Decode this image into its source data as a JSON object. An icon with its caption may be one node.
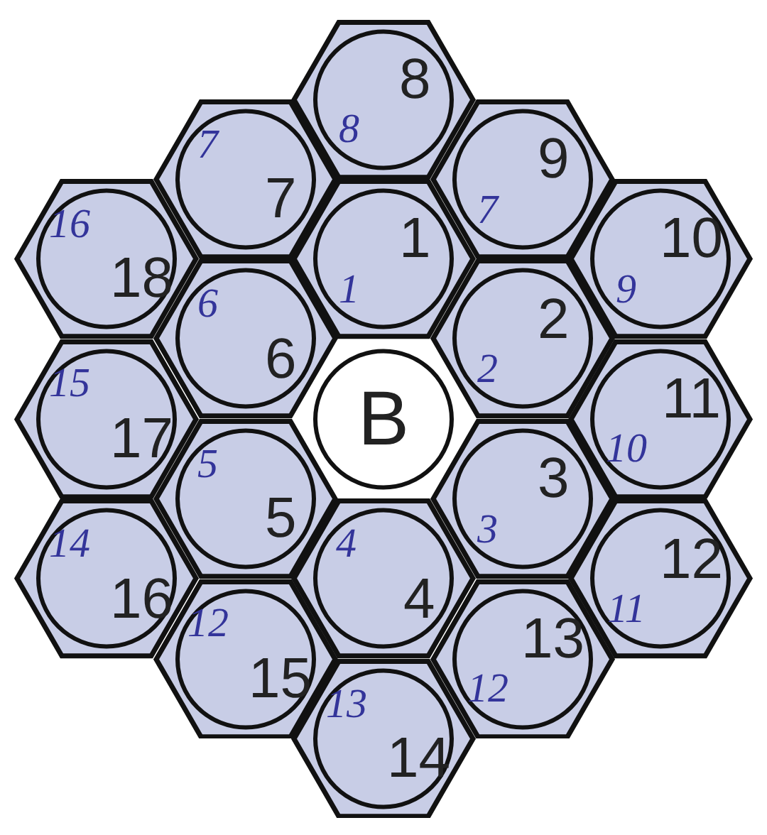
{
  "diagram": {
    "nodes": [
      {
        "text": [
          "8",
          "8"
        ]
      },
      {
        "text": [
          "7",
          "7"
        ]
      },
      {
        "text": [
          "9",
          "7"
        ]
      },
      {
        "text": [
          "18",
          "16"
        ]
      },
      {
        "text": [
          "1",
          "1"
        ]
      },
      {
        "text": [
          "10",
          "9"
        ]
      },
      {
        "text": [
          "6",
          "6"
        ]
      },
      {
        "text": [
          "2",
          "2"
        ]
      },
      {
        "text": [
          "17",
          "15"
        ]
      },
      {
        "text": [
          "B"
        ]
      },
      {
        "text": [
          "11",
          "10"
        ]
      },
      {
        "text": [
          "5",
          "5"
        ]
      },
      {
        "text": [
          "3",
          "3"
        ]
      },
      {
        "text": [
          "16",
          "14"
        ]
      },
      {
        "text": [
          "4",
          "4"
        ]
      },
      {
        "text": [
          "12",
          "11"
        ]
      },
      {
        "text": [
          "15",
          "12"
        ]
      },
      {
        "text": [
          "13",
          "12"
        ]
      },
      {
        "text": [
          "14",
          "13"
        ]
      }
    ]
  }
}
